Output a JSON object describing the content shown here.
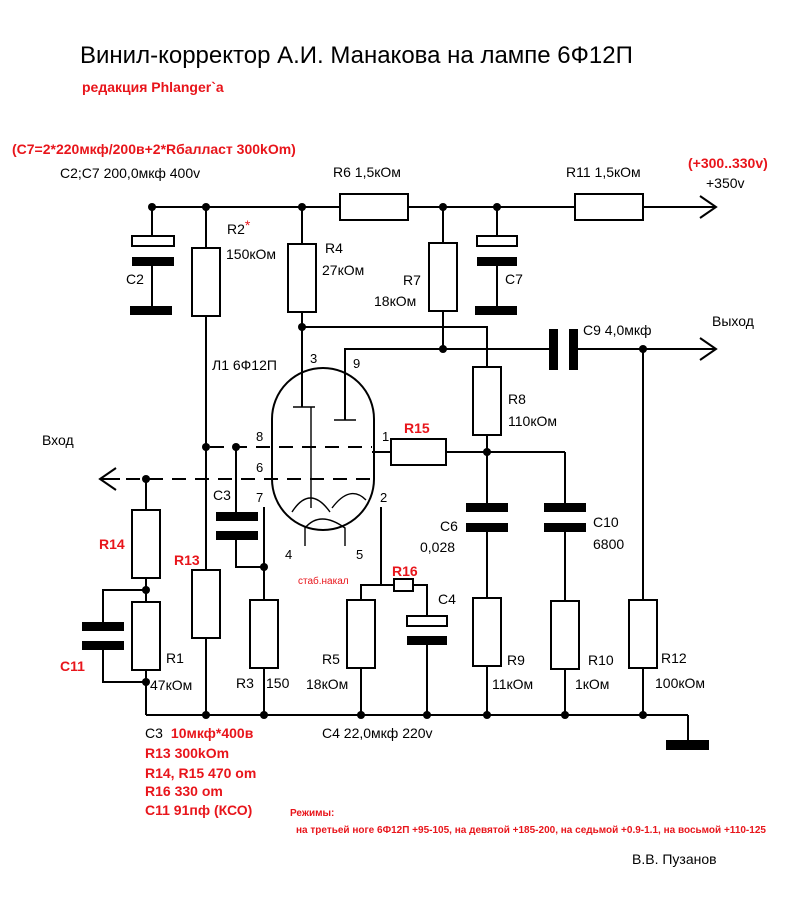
{
  "title": "Винил-корректор А.И. Манакова на лампе 6Ф12П",
  "subtitle": "редакция Phlanger`a",
  "c7_note": "(C7=2*220мкф/200в+2*Rбалласт 300kOm)",
  "caps_note": "C2;C7 200,0мкф 400v",
  "supply_red": "(+300..330v)",
  "supply": "+350v",
  "labels": {
    "r6": "R6 1,5кОм",
    "r11": "R11 1,5кОм",
    "r2": "R2",
    "r2_star": "*",
    "r2_val": "150кОм",
    "r4": "R4",
    "r4_val": "27кОм",
    "r7": "R7",
    "r7_val": "18кОм",
    "c2": "C2",
    "c7": "C7",
    "c9": "C9 4,0мкф",
    "out": "Выход",
    "tube": "Л1 6Ф12П",
    "inp": "Вход",
    "r15": "R15",
    "r8": "R8",
    "r8_val": "110кОм",
    "c3": "C3",
    "c6": "C6",
    "c6_val": "0,028",
    "c10": "C10",
    "c10_val": "6800",
    "r14": "R14",
    "r13": "R13",
    "stab": "стаб.накал",
    "r16": "R16",
    "c4": "C4",
    "c11": "C11",
    "r1": "R1",
    "r1_val": "47кОм",
    "r3": "R3",
    "r3_val": "150",
    "r5": "R5",
    "r5_val": "18кОм",
    "r9": "R9",
    "r9_val": "11кОм",
    "r10": "R10",
    "r10_val": "1кОм",
    "r12": "R12",
    "r12_val": "100кОм",
    "c3_note": "C3",
    "c3_note_red": "10мкф*400в",
    "c4_note": "C4 22,0мкф 220v"
  },
  "pins": [
    "3",
    "9",
    "8",
    "6",
    "7",
    "1",
    "2",
    "4",
    "5"
  ],
  "notes": [
    "R13 300kOm",
    "R14, R15 470 om",
    "R16 330 om",
    "C11 91пф (КСО)"
  ],
  "modes_title": "Режимы:",
  "modes_text": "на третьей ноге 6Ф12П +95-105, на девятой +185-200, на седьмой +0.9-1.1, на восьмой +110-125",
  "author": "В.В. Пузанов"
}
